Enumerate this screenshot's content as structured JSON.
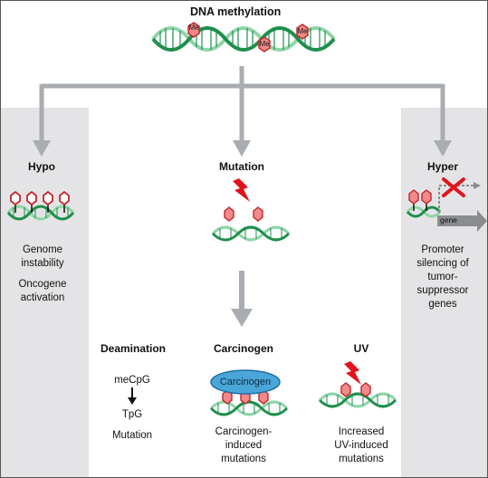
{
  "title": "DNA methylation",
  "methyl_label": "Me",
  "colors": {
    "helix_dark": "#1e8f4c",
    "helix_light": "#8fd4a8",
    "methyl_fill": "#f28a8a",
    "methyl_stroke": "#c0272d",
    "arrow": "#a9adb1",
    "bolt": "#e3121b",
    "panel": "#e4e4e6",
    "carcinogen_fill": "#4aa6d8",
    "gene_arrow": "#8a8d90"
  },
  "hypo": {
    "heading": "Hypo",
    "lines": [
      "Genome",
      "instability",
      "",
      "Oncogene",
      "activation"
    ]
  },
  "mutation": {
    "heading": "Mutation"
  },
  "hyper": {
    "heading": "Hyper",
    "gene_label": "gene",
    "lines": [
      "Promoter",
      "silencing of",
      "tumor-",
      "suppressor",
      "genes"
    ]
  },
  "deamination": {
    "heading": "Deamination",
    "from": "meCpG",
    "to": "TpG",
    "result": "Mutation"
  },
  "carcinogen": {
    "heading": "Carcinogen",
    "blob_label": "Carcinogen",
    "lines": [
      "Carcinogen-",
      "induced",
      "mutations"
    ]
  },
  "uv": {
    "heading": "UV",
    "lines": [
      "Increased",
      "UV-induced",
      "mutations"
    ]
  }
}
